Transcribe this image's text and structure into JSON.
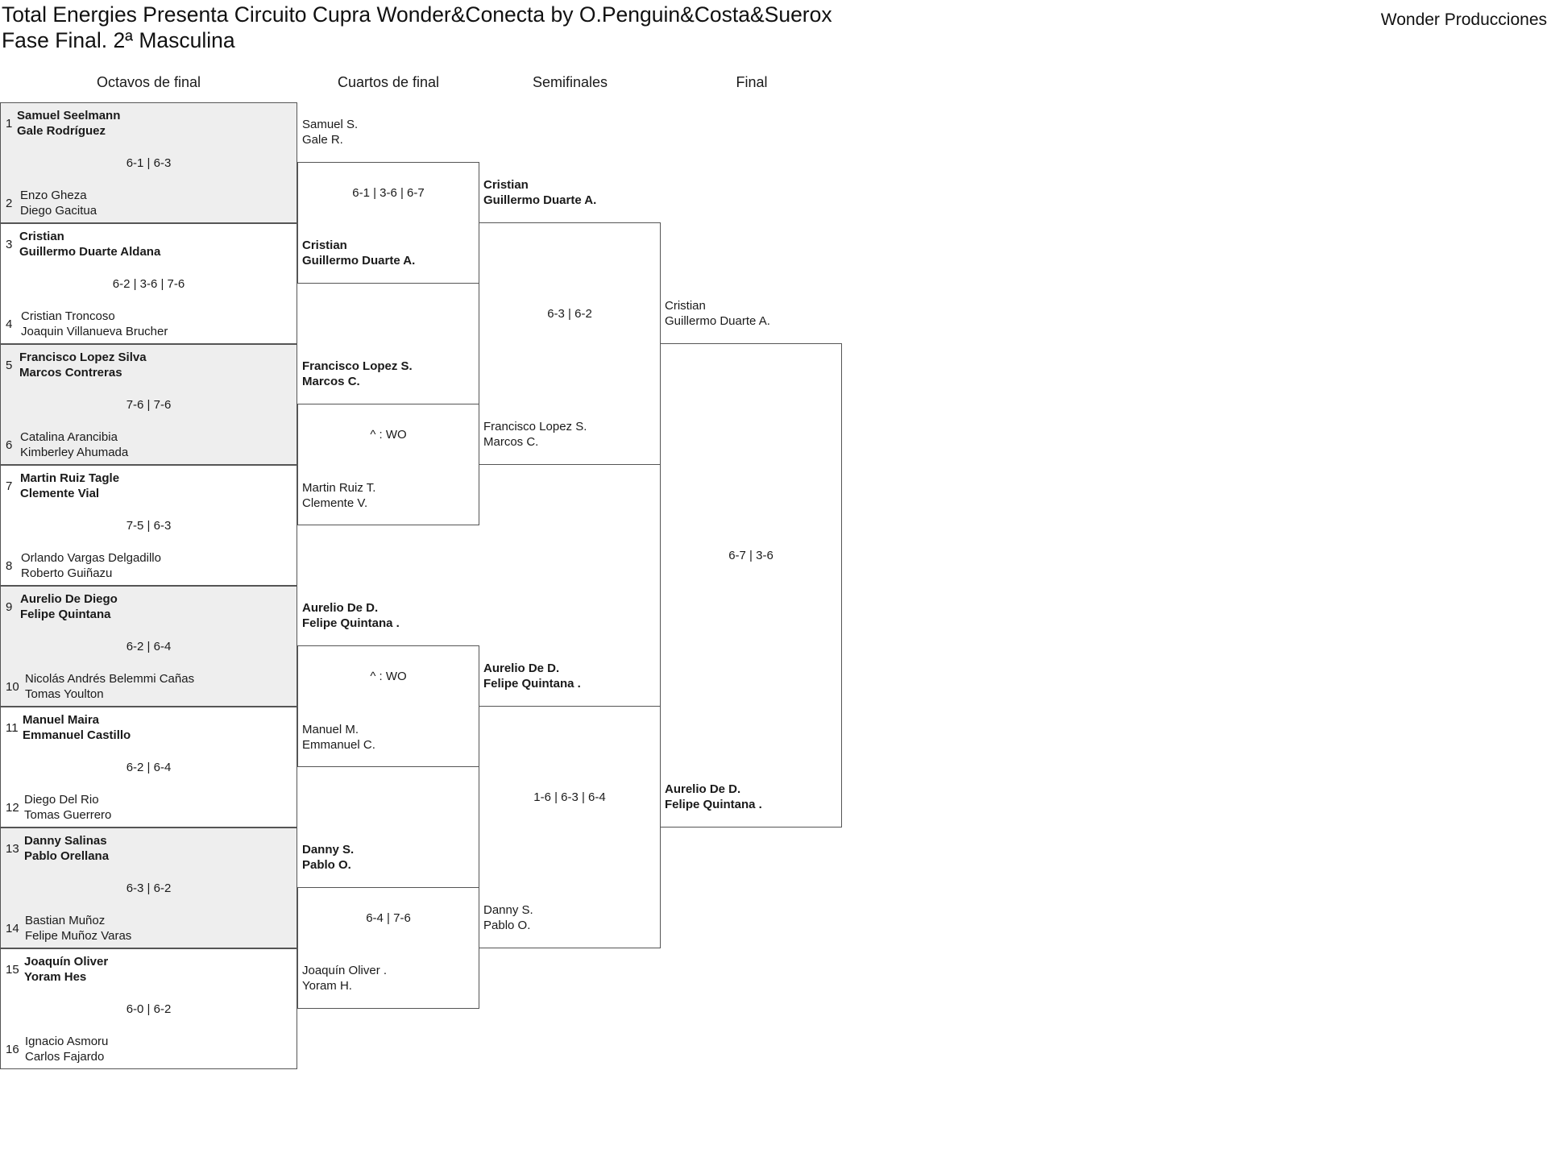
{
  "header": {
    "title_line1": "Total Energies Presenta Circuito Cupra Wonder&Conecta by O.Penguin&Costa&Suerox",
    "title_line2": "Fase Final. 2ª Masculina",
    "organizer": "Wonder Producciones"
  },
  "columns": [
    "Octavos de final",
    "Cuartos de final",
    "Semifinales",
    "Final"
  ],
  "round_of_16": [
    {
      "score": "6-1 | 6-3",
      "top": {
        "seed": "1",
        "p1": "Samuel Seelmann",
        "p2": "Gale Rodríguez"
      },
      "bottom": {
        "seed": "2",
        "p1": "Enzo Gheza",
        "p2": "Diego Gacitua"
      }
    },
    {
      "score": "6-2 | 3-6 | 7-6",
      "top": {
        "seed": "3",
        "p1": "Cristian",
        "p2": "Guillermo Duarte Aldana"
      },
      "bottom": {
        "seed": "4",
        "p1": "Cristian Troncoso",
        "p2": "Joaquin Villanueva Brucher"
      }
    },
    {
      "score": "7-6 | 7-6",
      "top": {
        "seed": "5",
        "p1": "Francisco Lopez Silva",
        "p2": "Marcos Contreras"
      },
      "bottom": {
        "seed": "6",
        "p1": "Catalina Arancibia",
        "p2": "Kimberley Ahumada"
      }
    },
    {
      "score": "7-5 | 6-3",
      "top": {
        "seed": "7",
        "p1": "Martin Ruiz Tagle",
        "p2": "Clemente Vial"
      },
      "bottom": {
        "seed": "8",
        "p1": "Orlando Vargas Delgadillo",
        "p2": "Roberto Guiñazu"
      }
    },
    {
      "score": "6-2 | 6-4",
      "top": {
        "seed": "9",
        "p1": "Aurelio De Diego",
        "p2": "Felipe Quintana"
      },
      "bottom": {
        "seed": "10",
        "p1": "Nicolás Andrés Belemmi Cañas",
        "p2": "Tomas Youlton"
      }
    },
    {
      "score": "6-2 | 6-4",
      "top": {
        "seed": "11",
        "p1": "Manuel Maira",
        "p2": "Emmanuel Castillo"
      },
      "bottom": {
        "seed": "12",
        "p1": "Diego Del Rio",
        "p2": "Tomas Guerrero"
      }
    },
    {
      "score": "6-3 | 6-2",
      "top": {
        "seed": "13",
        "p1": "Danny Salinas",
        "p2": "Pablo Orellana"
      },
      "bottom": {
        "seed": "14",
        "p1": "Bastian Muñoz",
        "p2": "Felipe Muñoz Varas"
      }
    },
    {
      "score": "6-0 | 6-2",
      "top": {
        "seed": "15",
        "p1": "Joaquín Oliver",
        "p2": "Yoram Hes"
      },
      "bottom": {
        "seed": "16",
        "p1": "Ignacio Asmoru",
        "p2": "Carlos Fajardo"
      }
    }
  ],
  "quarterfinals": [
    {
      "score": "6-1 | 3-6 | 6-7",
      "top": {
        "p1": "Samuel S.",
        "p2": "Gale R."
      },
      "bottom": {
        "p1": "Cristian",
        "p2": "Guillermo Duarte A."
      }
    },
    {
      "score": "^ : WO",
      "top": {
        "p1": "Francisco Lopez S.",
        "p2": "Marcos C."
      },
      "bottom": {
        "p1": "Martin Ruiz T.",
        "p2": "Clemente V."
      }
    },
    {
      "score": "^ : WO",
      "top": {
        "p1": "Aurelio De D.",
        "p2": "Felipe Quintana ."
      },
      "bottom": {
        "p1": "Manuel M.",
        "p2": "Emmanuel C."
      }
    },
    {
      "score": "6-4 | 7-6",
      "top": {
        "p1": "Danny S.",
        "p2": "Pablo O."
      },
      "bottom": {
        "p1": "Joaquín Oliver .",
        "p2": "Yoram H."
      }
    }
  ],
  "semifinals": [
    {
      "score": "6-3 | 6-2",
      "top": {
        "p1": "Cristian",
        "p2": "Guillermo Duarte A."
      },
      "bottom": {
        "p1": "Francisco Lopez S.",
        "p2": "Marcos C."
      }
    },
    {
      "score": "1-6 | 6-3 | 6-4",
      "top": {
        "p1": "Aurelio De D.",
        "p2": "Felipe Quintana ."
      },
      "bottom": {
        "p1": "Danny S.",
        "p2": "Pablo O."
      }
    }
  ],
  "final": {
    "score": "6-7 | 3-6",
    "top": {
      "p1": "Cristian",
      "p2": "Guillermo Duarte A."
    },
    "bottom": {
      "p1": "Aurelio De D.",
      "p2": "Felipe Quintana ."
    }
  }
}
